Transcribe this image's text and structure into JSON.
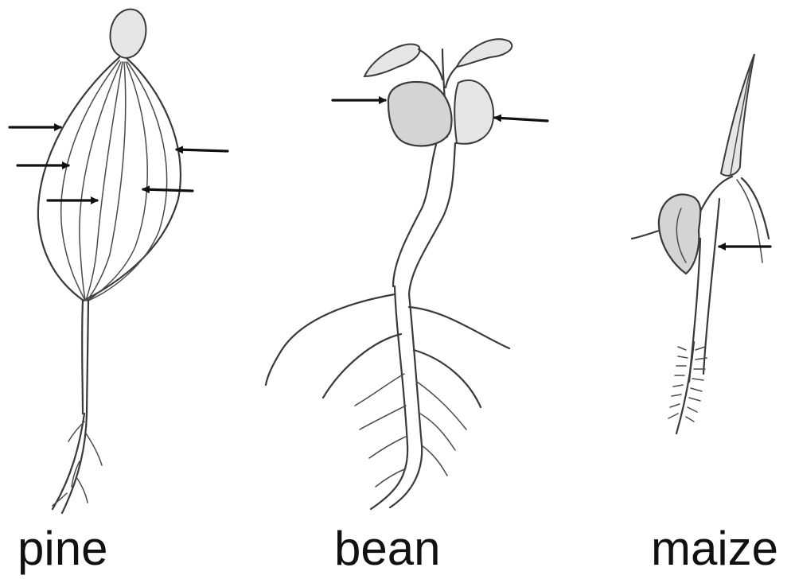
{
  "labels": {
    "pine": "pine",
    "bean": "bean",
    "maize": "maize"
  },
  "colors": {
    "ink": "#3a3a3a",
    "arrow": "#111111",
    "shade": "#d4d4d4",
    "background": "#ffffff"
  }
}
